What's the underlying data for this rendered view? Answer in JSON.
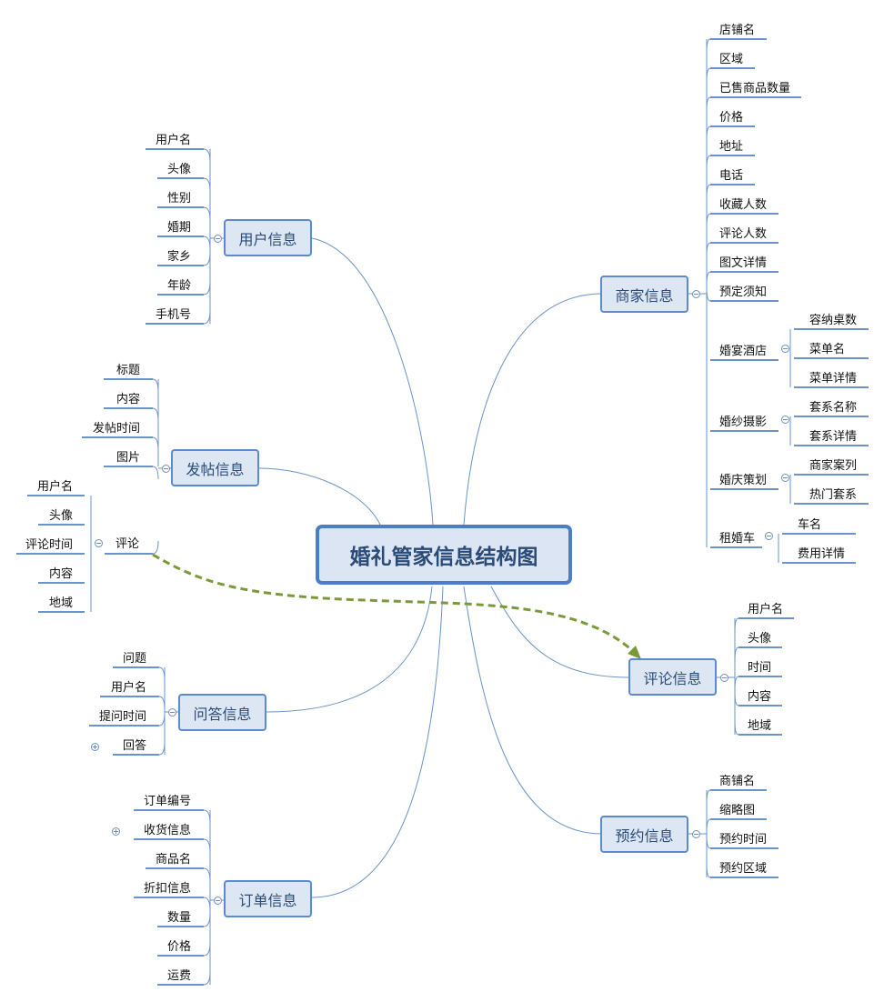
{
  "diagram": {
    "center": "婚礼管家信息结构图",
    "user_info": {
      "title": "用户信息",
      "items": [
        "用户名",
        "头像",
        "性别",
        "婚期",
        "家乡",
        "年龄",
        "手机号"
      ]
    },
    "post_info": {
      "title": "发帖信息",
      "items": [
        "标题",
        "内容",
        "发帖时间",
        "图片"
      ],
      "comment": {
        "label": "评论",
        "items": [
          "用户名",
          "头像",
          "评论时间",
          "内容",
          "地域"
        ]
      }
    },
    "qa_info": {
      "title": "问答信息",
      "items": [
        "问题",
        "用户名",
        "提问时间",
        "回答"
      ]
    },
    "order_info": {
      "title": "订单信息",
      "items": [
        "订单编号",
        "收货信息",
        "商品名",
        "折扣信息",
        "数量",
        "价格",
        "运费"
      ]
    },
    "merchant_info": {
      "title": "商家信息",
      "items": [
        "店铺名",
        "区域",
        "已售商品数量",
        "价格",
        "地址",
        "电话",
        "收藏人数",
        "评论人数",
        "图文详情",
        "预定须知"
      ],
      "groups": [
        {
          "label": "婚宴酒店",
          "items": [
            "容纳桌数",
            "菜单名",
            "菜单详情"
          ]
        },
        {
          "label": "婚纱摄影",
          "items": [
            "套系名称",
            "套系详情"
          ]
        },
        {
          "label": "婚庆策划",
          "items": [
            "商家案列",
            "热门套系"
          ]
        },
        {
          "label": "租婚车",
          "items": [
            "车名",
            "费用详情"
          ]
        }
      ]
    },
    "review_info": {
      "title": "评论信息",
      "items": [
        "用户名",
        "头像",
        "时间",
        "内容",
        "地域"
      ]
    },
    "booking_info": {
      "title": "预约信息",
      "items": [
        "商铺名",
        "缩略图",
        "预约时间",
        "预约区域"
      ]
    },
    "colors": {
      "line": "#6a93c9",
      "node_fill": "#dde7f4",
      "node_border": "#5b8ad0",
      "arrow": "#7a9a3a"
    }
  }
}
